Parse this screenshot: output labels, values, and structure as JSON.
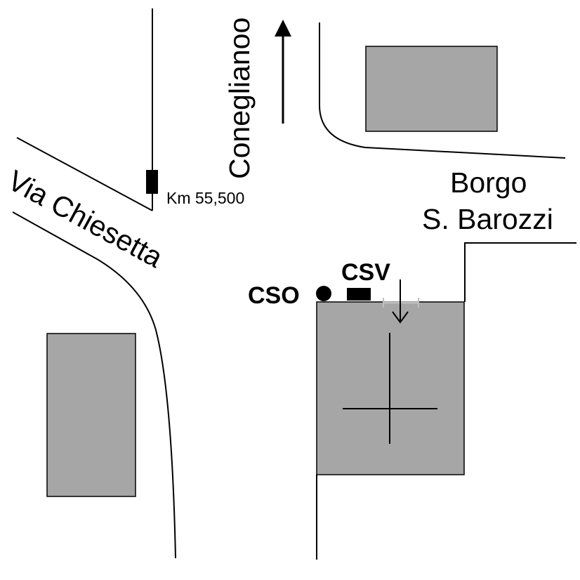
{
  "map": {
    "labels": {
      "road_west": "Via Chiesetta",
      "direction_north": "Coneglianoo",
      "borgo_line1": "Borgo",
      "borgo_line2": "S. Barozzi",
      "km_marker": "Km 55,500",
      "cso": "CSO",
      "csv": "CSV"
    },
    "colors": {
      "background": "#ffffff",
      "building_fill": "#a6a6a6",
      "line": "#000000"
    },
    "icons": {
      "direction_arrow": "arrow-up-icon",
      "csv_arrow": "arrow-down-icon",
      "cso_marker": "filled-circle-icon",
      "csv_marker": "filled-rectangle-icon",
      "km_marker": "filled-rectangle-icon",
      "cross": "crosshair-icon"
    }
  }
}
